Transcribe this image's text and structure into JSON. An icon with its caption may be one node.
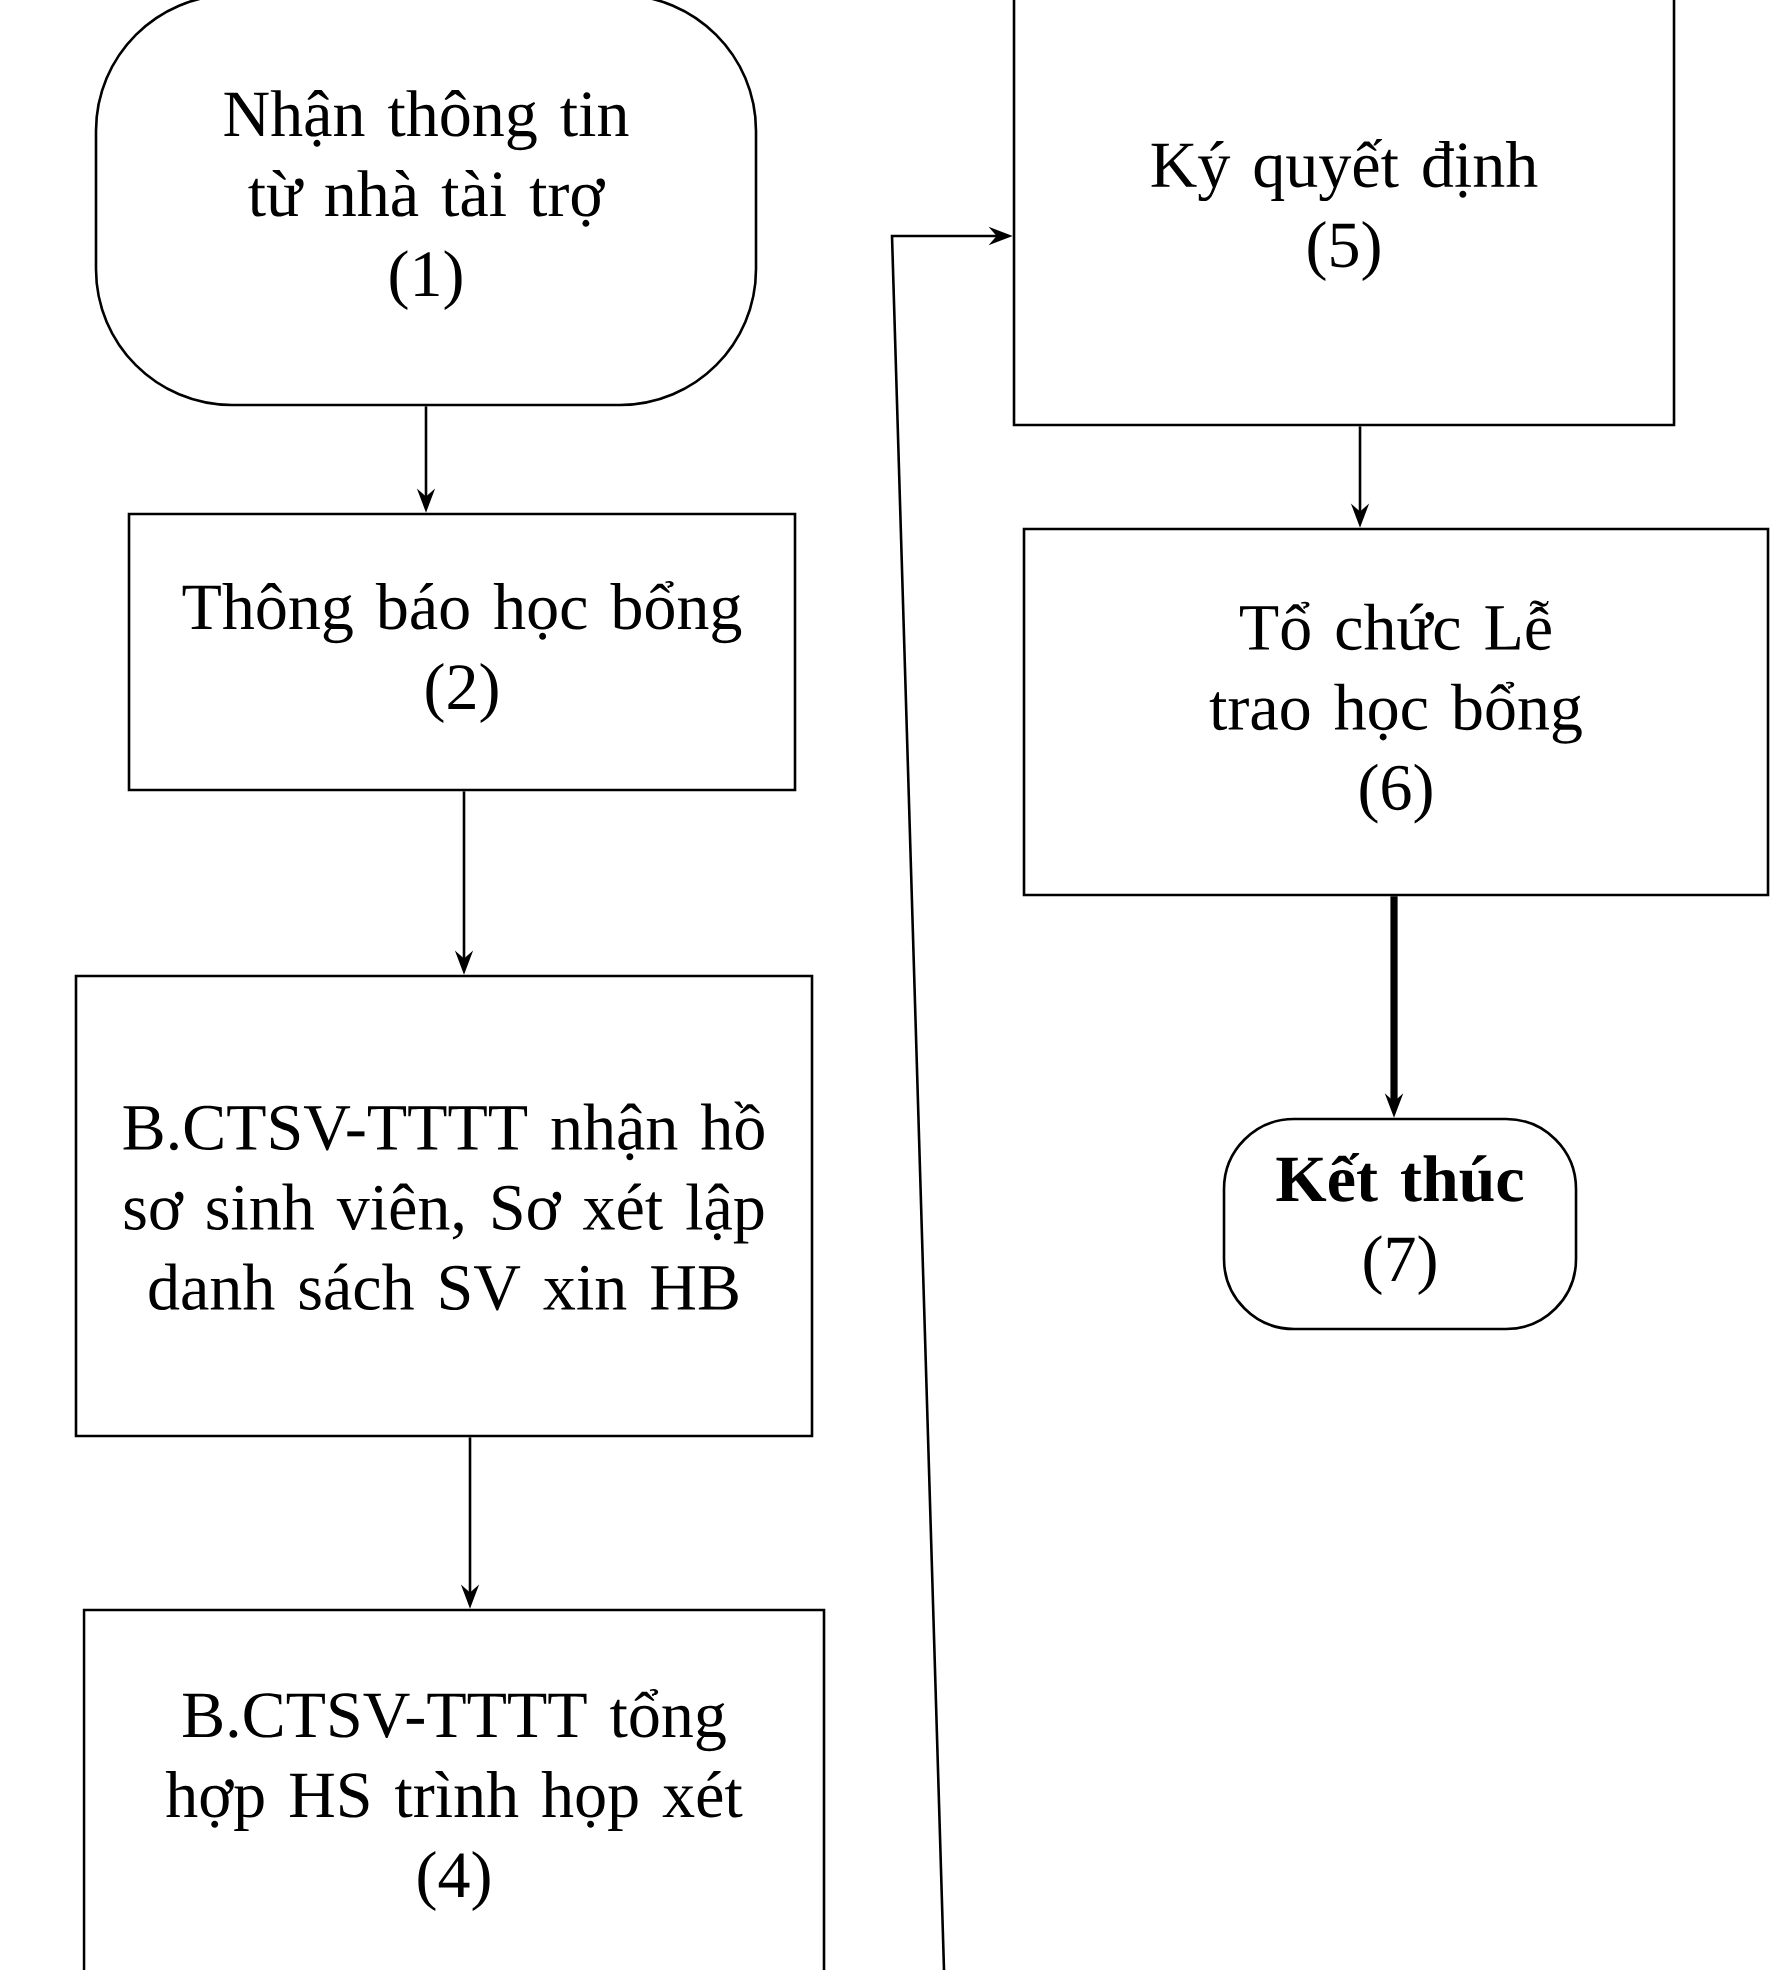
{
  "diagram": {
    "nodes": [
      {
        "text": [
          "Nhận thông tin từ nhà tài trợ",
          "(1)"
        ]
      },
      {
        "text": [
          "Thông báo học bổng",
          "(2)"
        ]
      },
      {
        "text": [
          "B.CTSV-TTTT nhận hồ sơ sinh viên, Sơ xét lập danh sách SV xin HB"
        ]
      },
      {
        "text": [
          "B.CTSV-TTTT tổng hợp HS trình họp xét",
          "(4)"
        ]
      },
      {
        "text": [
          "Ký quyết định",
          "(5)"
        ]
      },
      {
        "text": [
          "Tổ chức Lễ trao học bổng",
          "(6)"
        ]
      },
      {
        "text": [
          "Kết thúc",
          "(7)"
        ]
      }
    ],
    "edges": [
      {
        "from": 0,
        "to": 1,
        "arrow": "to"
      },
      {
        "from": 1,
        "to": 2,
        "arrow": "to"
      },
      {
        "from": 2,
        "to": 3,
        "arrow": "to"
      },
      {
        "from": null,
        "to": 4,
        "arrow": "to"
      },
      {
        "from": 4,
        "to": 5,
        "arrow": "to"
      },
      {
        "from": 5,
        "to": 6,
        "arrow": "to",
        "style": "thick"
      }
    ]
  }
}
